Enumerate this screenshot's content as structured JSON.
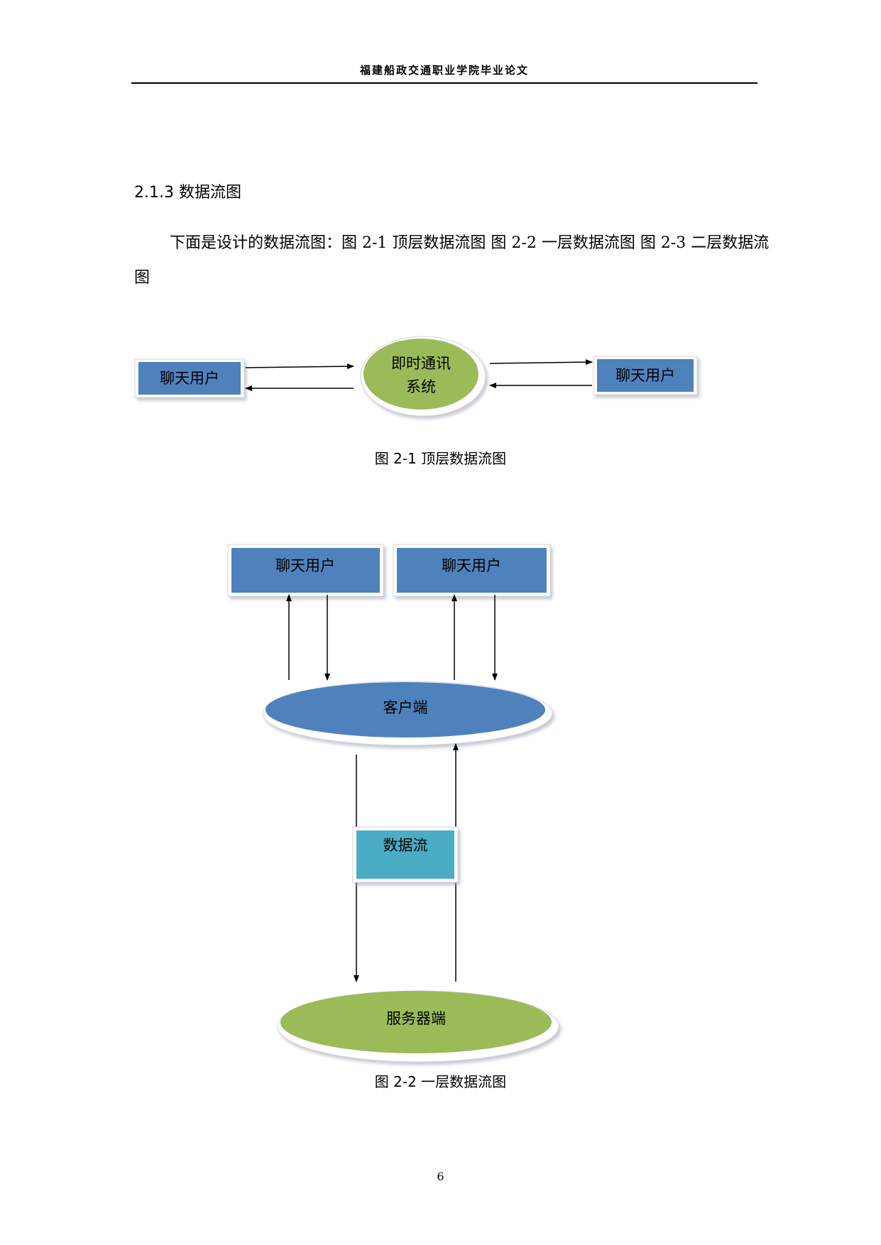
{
  "header": {
    "title": "福建船政交通职业学院毕业论文"
  },
  "section": {
    "title": "2.1.3  数据流图"
  },
  "paragraph": {
    "text": "下面是设计的数据流图：图 2-1 顶层数据流图    图 2-2  一层数据流图    图 2-3 二层数据流图"
  },
  "figure1": {
    "left_user": "聊天用户",
    "center_line1": "即时通讯",
    "center_line2": "系统",
    "right_user": "聊天用户",
    "caption": "图 2-1  顶层数据流图"
  },
  "figure2": {
    "user_left": "聊天用户",
    "user_right": "聊天用户",
    "client": "客户端",
    "data_flow": "数据流",
    "server": "服务器端",
    "caption": "图 2-2  一层数据流图"
  },
  "colors": {
    "box_blue": "#4F81BD",
    "ellipse_green": "#9BBB59",
    "box_teal": "#4BACC6",
    "box_shadow": "#d5d9e0"
  },
  "footer": {
    "page_number": "6"
  }
}
